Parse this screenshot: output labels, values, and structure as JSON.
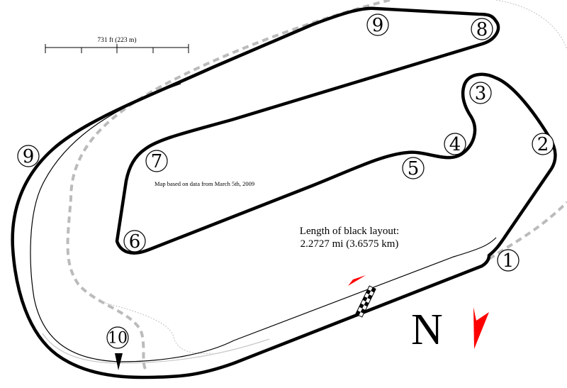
{
  "scale": {
    "label": "731 ft (223 m)"
  },
  "note": "Map based on data from March 5th, 2009",
  "length": {
    "title": "Length of black layout:",
    "value": "2.2727 mi (3.6575 km)"
  },
  "north_label": "N",
  "turns": [
    "1",
    "2",
    "3",
    "4",
    "5",
    "6",
    "7",
    "8",
    "9",
    "9",
    "10"
  ],
  "colors": {
    "track": "#000000",
    "alt_layout": "#c8c8c8",
    "old_layout": "#bbbbbb",
    "marker": "#ff0000"
  }
}
